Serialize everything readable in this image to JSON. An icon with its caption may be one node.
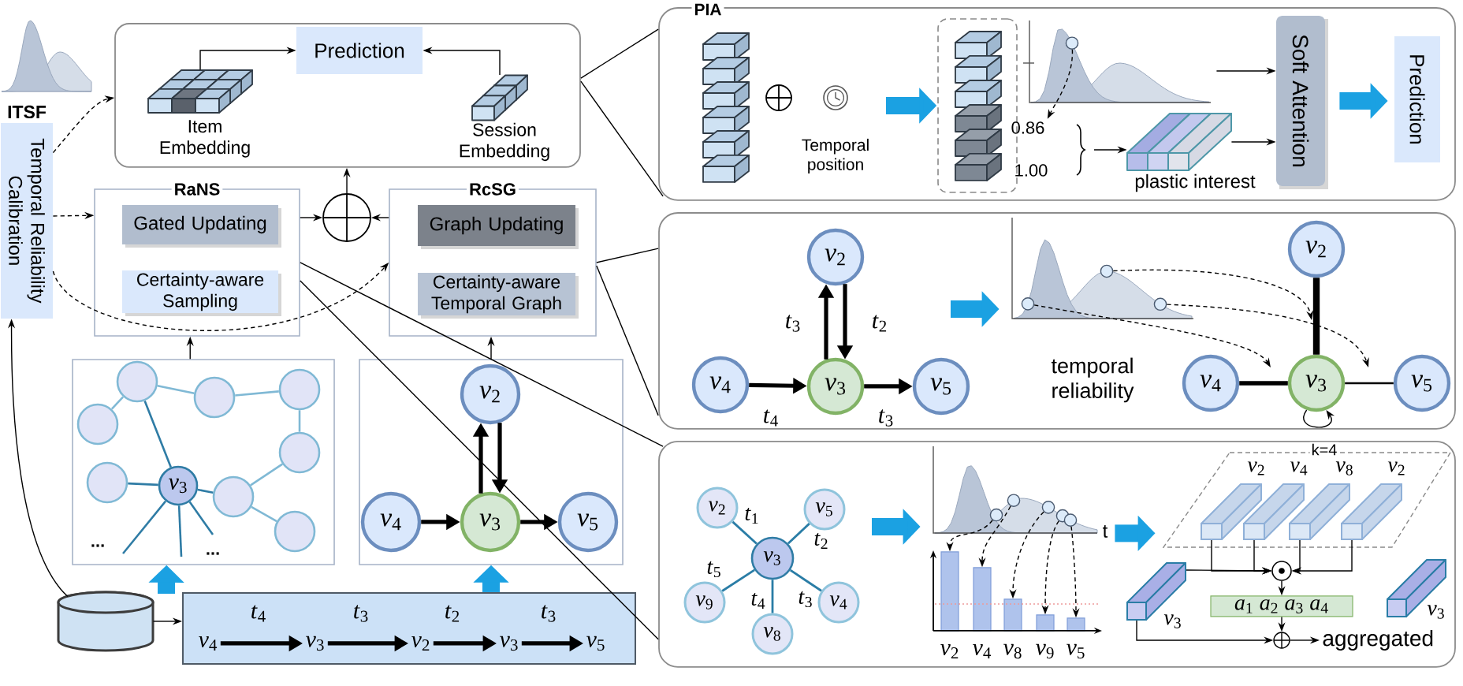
{
  "diagram": {
    "nodes": [
      {
        "text": [
          "ITSF",
          "Temporal Reliability Calibration"
        ]
      },
      {
        "text": [],
        "shape": "box"
      },
      {
        "text": [
          "Prediction"
        ],
        "in": 1
      },
      {
        "text": [
          "Item Embedding"
        ],
        "in": 1
      },
      {
        "text": [
          "Session Embedding"
        ],
        "in": 1
      },
      {
        "text": [],
        "shape": "circle"
      },
      {
        "text": [
          "RaNS"
        ]
      },
      {
        "text": [
          "Gated Updating"
        ],
        "in": 6
      },
      {
        "text": [
          "Certainty-aware Sampling"
        ],
        "in": 6
      },
      {
        "text": [
          "RcSG"
        ]
      },
      {
        "text": [
          "Graph Updating"
        ],
        "in": 9
      },
      {
        "text": [
          "Certainty-aware Temporal Graph"
        ],
        "in": 9
      },
      {
        "text": [],
        "shape": "box"
      },
      {
        "text": [],
        "shape": "circle",
        "in": 12
      },
      {
        "text": [],
        "shape": "circle",
        "in": 12
      },
      {
        "text": [],
        "shape": "circle",
        "in": 12
      },
      {
        "text": [],
        "shape": "circle",
        "in": 12
      },
      {
        "text": [],
        "shape": "circle",
        "in": 12
      },
      {
        "text": [],
        "shape": "circle",
        "in": 12
      },
      {
        "text": [
          "*v*$_{3}$"
        ],
        "in": 12
      },
      {
        "text": [],
        "shape": "circle",
        "in": 12
      },
      {
        "text": [],
        "shape": "circle",
        "in": 12
      },
      {
        "text": [],
        "shape": "box"
      },
      {
        "text": [
          "*v*$_{2}$"
        ],
        "in": 22
      },
      {
        "text": [
          "*v*$_{4}$"
        ],
        "in": 22
      },
      {
        "text": [
          "*v*$_{3}$"
        ],
        "in": 22
      },
      {
        "text": [
          "*v*$_{5}$"
        ],
        "in": 22
      },
      {
        "text": [],
        "shape": "cylinder"
      },
      {
        "text": [],
        "shape": "box"
      },
      {
        "text": [
          "*v*$_{4}$"
        ],
        "in": 28
      },
      {
        "text": [
          "*v*$_{3}$"
        ],
        "in": 28
      },
      {
        "text": [
          "*v*$_{2}$"
        ],
        "in": 28
      },
      {
        "text": [
          "*v*$_{3}$"
        ],
        "in": 28
      },
      {
        "text": [
          "*v*$_{5}$"
        ],
        "in": 28
      },
      {
        "text": [
          "PIA"
        ]
      },
      {
        "text": [],
        "shape": "box",
        "in": 34
      },
      {
        "text": [],
        "shape": "picture",
        "in": 34
      },
      {
        "text": [],
        "shape": "circle",
        "in": 36
      },
      {
        "text": [
          "0.86"
        ],
        "in": 34
      },
      {
        "text": [
          "plastic interest"
        ],
        "in": 34
      },
      {
        "text": [
          "Soft Attention"
        ],
        "in": 34
      },
      {
        "text": [
          "Prediction"
        ],
        "in": 34
      },
      {
        "text": [],
        "shape": "box"
      },
      {
        "text": [
          "*v*$_{2}$"
        ],
        "in": 42
      },
      {
        "text": [
          "*v*$_{4}$"
        ],
        "in": 42
      },
      {
        "text": [
          "*v*$_{3}$"
        ],
        "in": 42
      },
      {
        "text": [
          "*v*$_{5}$"
        ],
        "in": 42
      },
      {
        "text": [],
        "shape": "picture",
        "in": 42,
        "beside": [
          "temporal reliability"
        ]
      },
      {
        "text": [],
        "shape": "circle",
        "in": 47
      },
      {
        "text": [],
        "shape": "circle",
        "in": 47
      },
      {
        "text": [],
        "shape": "circle",
        "in": 47
      },
      {
        "text": [
          "*v*$_{2}$"
        ],
        "in": 42
      },
      {
        "text": [
          "*v*$_{4}$"
        ],
        "in": 42
      },
      {
        "text": [
          "*v*$_{3}$"
        ],
        "in": 42
      },
      {
        "text": [
          "*v*$_{5}$"
        ],
        "in": 42
      },
      {
        "text": [],
        "shape": "box"
      },
      {
        "text": [
          "*v*$_{2}$"
        ],
        "in": 55
      },
      {
        "text": [
          "*v*$_{5}$"
        ],
        "in": 55
      },
      {
        "text": [
          "*v*$_{3}$"
        ],
        "in": 55
      },
      {
        "text": [
          "*v*$_{9}$"
        ],
        "in": 55
      },
      {
        "text": [
          "*v*$_{4}$"
        ],
        "in": 55
      },
      {
        "text": [
          "*v*$_{8}$"
        ],
        "in": 55
      },
      {
        "text": [],
        "shape": "picture",
        "in": 55,
        "beside": [
          "t"
        ]
      },
      {
        "text": [],
        "shape": "circle",
        "in": 62
      },
      {
        "text": [],
        "shape": "circle",
        "in": 62
      },
      {
        "text": [],
        "shape": "circle",
        "in": 62
      },
      {
        "text": [],
        "shape": "circle",
        "in": 62
      },
      {
        "text": [],
        "shape": "circle",
        "in": 62
      },
      {
        "text": [],
        "shape": "bar",
        "in": 55,
        "beside": [
          "*v*$_{2}$"
        ]
      },
      {
        "text": [],
        "shape": "bar",
        "in": 55,
        "beside": [
          "*v*$_{4}$"
        ]
      },
      {
        "text": [],
        "shape": "bar",
        "in": 55,
        "beside": [
          "*v*$_{8}$"
        ]
      },
      {
        "text": [],
        "shape": "bar",
        "in": 55,
        "beside": [
          "*v*$_{9}$"
        ]
      },
      {
        "text": [],
        "shape": "bar",
        "in": 55,
        "beside": [
          "*v*$_{5}$"
        ]
      },
      {
        "text": [
          "k=4"
        ],
        "in": 55
      },
      {
        "text": [
          "*v*$_{2}$"
        ],
        "in": 73
      },
      {
        "text": [
          "*v*$_{4}$"
        ],
        "in": 73
      },
      {
        "text": [
          "*v*$_{8}$"
        ],
        "in": 73
      },
      {
        "text": [
          "*v*$_{2}$"
        ],
        "in": 73
      },
      {
        "text": [
          "*v*$_{3}$"
        ],
        "in": 55
      },
      {
        "text": [],
        "shape": "circle",
        "in": 55
      },
      {
        "text": [
          "*a*$_{1}$ *a*$_{2}$ *a*$_{3}$ *a*$_{4}$"
        ],
        "in": 55
      },
      {
        "text": [],
        "shape": "circle",
        "in": 55
      },
      {
        "text": [
          "aggregated"
        ],
        "in": 55
      },
      {
        "text": [
          "*v*$_{3}$"
        ],
        "in": 55
      }
    ],
    "edges": [
      {
        "from": 3,
        "to": 2,
        "arrow": "to"
      },
      {
        "from": 4,
        "to": 2,
        "arrow": "to"
      },
      {
        "from": 0,
        "to": 1,
        "arrow": "to",
        "style": "dashed"
      },
      {
        "from": 0,
        "to": 6,
        "arrow": "to",
        "style": "dashed"
      },
      {
        "from": 0,
        "to": 9,
        "arrow": "to",
        "style": "dashed"
      },
      {
        "from": 6,
        "to": 5,
        "arrow": "to"
      },
      {
        "from": 9,
        "to": 5,
        "arrow": "to"
      },
      {
        "from": 5,
        "to": 1,
        "arrow": "to"
      },
      {
        "from": 12,
        "to": 6,
        "arrow": "to"
      },
      {
        "from": 22,
        "to": 9,
        "arrow": "to"
      },
      {
        "from": 28,
        "to": 12,
        "arrow": "to",
        "style": "thick",
        "color": "#1ba1e2"
      },
      {
        "from": 28,
        "to": 22,
        "arrow": "to",
        "style": "thick",
        "color": "#1ba1e2"
      },
      {
        "from": 27,
        "to": 28,
        "arrow": "to"
      },
      {
        "from": 27,
        "to": 0,
        "arrow": "to"
      },
      {
        "from": 1,
        "to": 34,
        "arrow": "none"
      },
      {
        "from": 1,
        "to": 34,
        "arrow": "none"
      },
      {
        "from": 9,
        "to": 42,
        "arrow": "none"
      },
      {
        "from": 9,
        "to": 42,
        "arrow": "none"
      },
      {
        "from": 6,
        "to": 55,
        "arrow": "none"
      },
      {
        "from": 6,
        "to": 55,
        "arrow": "none"
      },
      {
        "from": 16,
        "to": 13,
        "arrow": "none",
        "color": "#80b9d5"
      },
      {
        "from": 13,
        "to": 15,
        "arrow": "none",
        "color": "#80b9d5"
      },
      {
        "from": 15,
        "to": 14,
        "arrow": "none",
        "color": "#80b9d5"
      },
      {
        "from": 14,
        "to": 17,
        "arrow": "none",
        "color": "#80b9d5"
      },
      {
        "from": 17,
        "to": 20,
        "arrow": "none",
        "color": "#80b9d5"
      },
      {
        "from": 20,
        "to": 21,
        "arrow": "none",
        "color": "#80b9d5"
      },
      {
        "from": 19,
        "to": 18,
        "arrow": "none",
        "color": "#2f7ca5"
      },
      {
        "from": 19,
        "to": 13,
        "arrow": "none",
        "color": "#2f7ca5"
      },
      {
        "from": 19,
        "to": 20,
        "arrow": "none",
        "color": "#2f7ca5"
      },
      {
        "from": 19,
        "to": null,
        "arrow": "none",
        "color": "#2f7ca5"
      },
      {
        "from": 19,
        "to": null,
        "arrow": "none",
        "color": "#2f7ca5"
      },
      {
        "from": 19,
        "to": null,
        "arrow": "none",
        "color": "#2f7ca5"
      },
      {
        "from": 24,
        "to": 25,
        "arrow": "to",
        "style": "thick"
      },
      {
        "from": 25,
        "to": 26,
        "arrow": "to",
        "style": "thick"
      },
      {
        "from": 25,
        "to": 23,
        "arrow": "to",
        "style": "thick"
      },
      {
        "from": 23,
        "to": 25,
        "arrow": "to",
        "style": "thick"
      },
      {
        "from": 29,
        "to": 30,
        "label": "*t*$_{4}$",
        "arrow": "to",
        "style": "thick"
      },
      {
        "from": 30,
        "to": 31,
        "label": "*t*$_{3}$",
        "arrow": "to",
        "style": "thick"
      },
      {
        "from": 31,
        "to": 32,
        "label": "*t*$_{2}$",
        "arrow": "to",
        "style": "thick"
      },
      {
        "from": 32,
        "to": 33,
        "label": "*t*$_{3}$",
        "arrow": "to",
        "style": "thick"
      },
      {
        "from": null,
        "to": 35,
        "arrow": "to",
        "style": "thick",
        "color": "#1ba1e2"
      },
      {
        "from": 37,
        "to": 38,
        "arrow": "to",
        "style": "dashed"
      },
      {
        "from": null,
        "to": 39,
        "arrow": "to"
      },
      {
        "from": 36,
        "to": 40,
        "arrow": "to"
      },
      {
        "from": 39,
        "to": 40,
        "arrow": "to"
      },
      {
        "from": 40,
        "to": 41,
        "arrow": "to",
        "style": "thick",
        "color": "#1ba1e2"
      },
      {
        "from": 44,
        "to": 45,
        "label": "*t*$_{4}$",
        "arrow": "to",
        "style": "thick"
      },
      {
        "from": 45,
        "to": 46,
        "label": "*t*$_{3}$",
        "arrow": "to",
        "style": "thick"
      },
      {
        "from": 45,
        "to": 43,
        "label": "*t*$_{3}$",
        "arrow": "to",
        "style": "thick"
      },
      {
        "from": 43,
        "to": 45,
        "label": "*t*$_{2}$",
        "arrow": "to",
        "style": "thick"
      },
      {
        "from": null,
        "to": 47,
        "arrow": "to",
        "style": "thick",
        "color": "#1ba1e2"
      },
      {
        "from": 48,
        "to": null,
        "arrow": "to",
        "style": "dashed"
      },
      {
        "from": 49,
        "to": null,
        "arrow": "to",
        "style": "dashed"
      },
      {
        "from": 50,
        "to": null,
        "arrow": "to",
        "style": "dashed"
      },
      {
        "from": 51,
        "to": 53,
        "arrow": "none",
        "style": "thick"
      },
      {
        "from": 52,
        "to": 53,
        "arrow": "none",
        "style": "thick"
      },
      {
        "from": 53,
        "to": 54,
        "arrow": "none"
      },
      {
        "from": 53,
        "to": 53,
        "arrow": "to"
      },
      {
        "from": 58,
        "to": 56,
        "label": "*t*$_{1}$",
        "arrow": "none",
        "color": "#2a7da6"
      },
      {
        "from": 58,
        "to": 57,
        "label": "*t*$_{2}$",
        "arrow": "none",
        "color": "#2a7da6"
      },
      {
        "from": 58,
        "to": 59,
        "label": "*t*$_{5}$",
        "arrow": "none",
        "color": "#2a7da6"
      },
      {
        "from": 58,
        "to": 61,
        "label": "*t*$_{4}$",
        "arrow": "none",
        "color": "#2a7da6"
      },
      {
        "from": 58,
        "to": 60,
        "label": "*t*$_{3}$",
        "arrow": "none",
        "color": "#2a7da6"
      },
      {
        "from": null,
        "to": 62,
        "arrow": "to",
        "style": "thick",
        "color": "#1ba1e2"
      },
      {
        "from": 63,
        "to": 68,
        "arrow": "to",
        "style": "dashed"
      },
      {
        "from": 64,
        "to": 69,
        "arrow": "to",
        "style": "dashed"
      },
      {
        "from": 65,
        "to": 70,
        "arrow": "to",
        "style": "dashed"
      },
      {
        "from": 66,
        "to": 71,
        "arrow": "to",
        "style": "dashed"
      },
      {
        "from": 67,
        "to": 72,
        "arrow": "to",
        "style": "dashed"
      },
      {
        "from": 62,
        "to": 73,
        "arrow": "to",
        "style": "thick",
        "color": "#1ba1e2"
      },
      {
        "from": 74,
        "to": 79,
        "arrow": "to"
      },
      {
        "from": 75,
        "to": 79,
        "arrow": "to"
      },
      {
        "from": 76,
        "to": 79,
        "arrow": "to"
      },
      {
        "from": 77,
        "to": 79,
        "arrow": "to"
      },
      {
        "from": 78,
        "to": 79,
        "arrow": "to"
      },
      {
        "from": 79,
        "to": 80,
        "arrow": "to"
      },
      {
        "from": 80,
        "to": 81,
        "arrow": "to"
      },
      {
        "from": 78,
        "to": 81,
        "arrow": "to"
      },
      {
        "from": 81,
        "to": 82,
        "arrow": "to"
      }
    ],
    "labels": [
      "Temporal position",
      "1.00",
      "...",
      "..."
    ]
  }
}
